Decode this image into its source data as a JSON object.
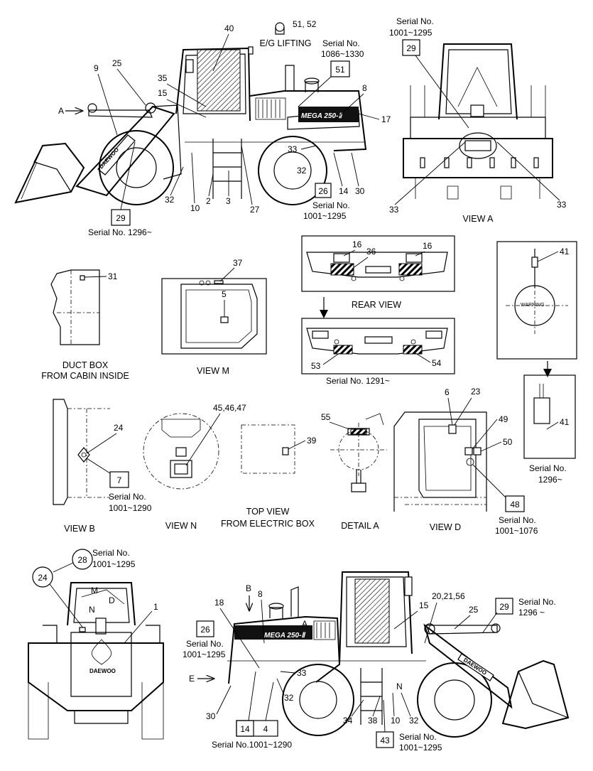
{
  "labels": {
    "eg_lifting": "E/G LIFTING",
    "view_a": "VIEW  A",
    "view_b": "VIEW  B",
    "view_n": "VIEW  N",
    "view_m": "VIEW  M",
    "view_d": "VIEW  D",
    "rear_view": "REAR VIEW",
    "detail_a": "DETAIL A",
    "duct_box_1": "DUCT BOX",
    "duct_box_2": "FROM CABIN INSIDE",
    "top_view_1": "TOP VIEW",
    "top_view_2": "FROM ELECTRIC BOX",
    "arrow_a": "A",
    "arrow_b": "B",
    "arrow_e": "E",
    "arrow_n": "N",
    "arrow_a2": "A",
    "warning": "WARNING",
    "brand": "DAEWOO",
    "model": "MEGA 250-Ⅱ",
    "cab_m": "M",
    "cab_n": "N",
    "cab_d": "D"
  },
  "serials": {
    "s1086_title": "Serial No.",
    "s1086": "1086~1330",
    "s1001_title": "Serial No.",
    "s1001": "1001~1295",
    "s1296": "Serial No. 1296~",
    "s1001b_title": "Serial No.",
    "s1001b": "1001~1295",
    "s1291": "Serial No. 1291~",
    "s1296b_title": "Serial No.",
    "s1296b": "1296~",
    "s1290_title": "Serial No.",
    "s1290": "1001~1290",
    "s1076_title": "Serial No.",
    "s1076": "1001~1076",
    "s28_title": "Serial No.",
    "s28": "1001~1295",
    "s26b_title": "Serial No.",
    "s26b": "1001~1295",
    "s29b_title": "Serial No.",
    "s29b": "1296 ~",
    "s43_title": "Serial No.",
    "s43": "1001~1295",
    "s1001_1290_bottom": "Serial No.1001~1290",
    "view_a_serial_title": "Serial No.",
    "view_a_serial": "1001~1295"
  },
  "callouts": {
    "c51_52": "51, 52",
    "c40": "40",
    "c9": "9",
    "c25": "25",
    "c35": "35",
    "c15": "15",
    "c51": "51",
    "c8": "8",
    "c17": "17",
    "c33": "33",
    "c32": "32",
    "c26": "26",
    "c14": "14",
    "c30": "30",
    "c27": "27",
    "c3": "3",
    "c2": "2",
    "c10": "10",
    "c29": "29",
    "c29_va": "29",
    "c33_va_l": "33",
    "c33_va_r": "33",
    "c31": "31",
    "c37": "37",
    "c5": "5",
    "c16_l": "16",
    "c36": "36",
    "c16_r": "16",
    "c53": "53",
    "c54": "54",
    "c41_top": "41",
    "c41_bot": "41",
    "c24": "24",
    "c7": "7",
    "c45_47": "45,46,47",
    "c39": "39",
    "c55": "55",
    "c6": "6",
    "c23": "23",
    "c49": "49",
    "c50": "50",
    "c48": "48",
    "c28": "28",
    "c24b": "24",
    "c1": "1",
    "c18": "18",
    "c8b": "8",
    "c26b": "26",
    "c33b": "33",
    "c32b": "32",
    "c30b": "30",
    "c14b": "14",
    "c4": "4",
    "c15b": "15",
    "c20_21_56": "20,21,56",
    "c25b": "25",
    "c29b": "29",
    "c34": "34",
    "c38": "38",
    "c10b": "10",
    "c32c": "32",
    "c43": "43"
  }
}
